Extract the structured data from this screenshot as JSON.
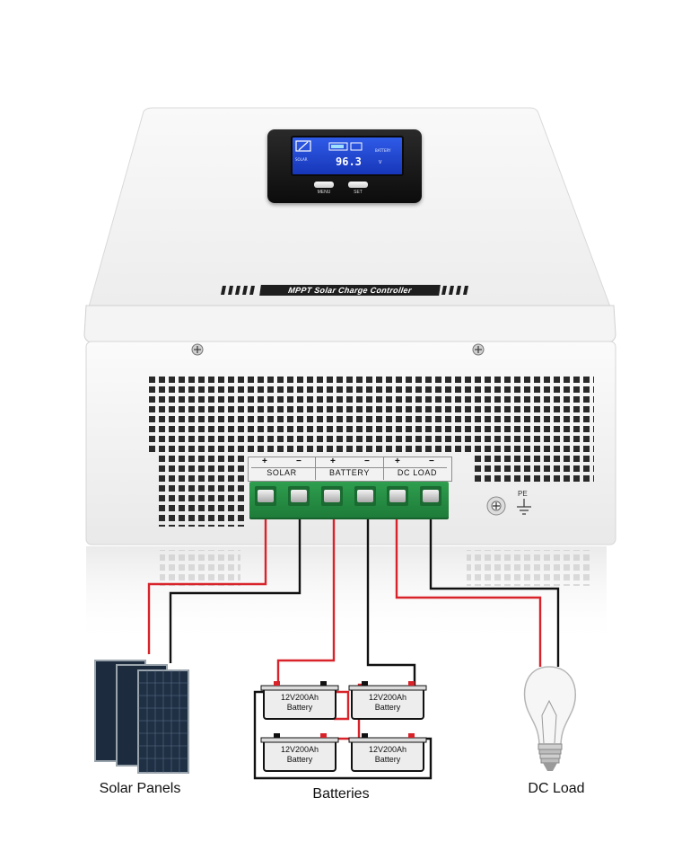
{
  "device": {
    "banner": "MPPT Solar Charge Controller",
    "lcd": {
      "value": "96.3",
      "unit": "V",
      "label_left": "SOLAR",
      "label_right": "BATTERY"
    },
    "buttons": {
      "menu": "MENU",
      "set": "SET"
    },
    "terminals": {
      "groups": [
        "SOLAR",
        "BATTERY",
        "DC LOAD"
      ],
      "plus": "+",
      "minus": "−"
    },
    "ground_label": "PE"
  },
  "batteries": [
    {
      "rating": "12V200Ah",
      "name": "Battery"
    },
    {
      "rating": "12V200Ah",
      "name": "Battery"
    },
    {
      "rating": "12V200Ah",
      "name": "Battery"
    },
    {
      "rating": "12V200Ah",
      "name": "Battery"
    }
  ],
  "captions": {
    "solar": "Solar Panels",
    "batteries": "Batteries",
    "load": "DC Load"
  },
  "colors": {
    "positive_wire": "#d8232a",
    "negative_wire": "#111111",
    "terminal_block": "#22853f",
    "lcd": "#2446d0"
  }
}
